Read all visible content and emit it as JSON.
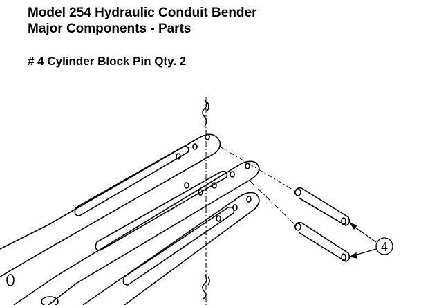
{
  "document": {
    "title_line1": "Model 254 Hydraulic Conduit Bender",
    "title_line2": "Major Components - Parts",
    "part_line": "# 4  Cylinder Block Pin  Qty. 2"
  },
  "diagram": {
    "callout_label": "4"
  }
}
